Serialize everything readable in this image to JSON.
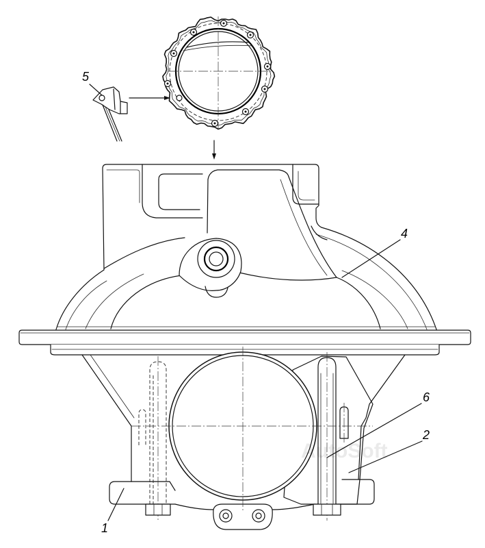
{
  "callouts": {
    "part_1": "1",
    "part_2": "2",
    "part_4": "4",
    "part_5": "5",
    "part_6": "6"
  },
  "watermark": "AutoSoft",
  "colors": {
    "line": "#000000",
    "background": "#ffffff"
  }
}
